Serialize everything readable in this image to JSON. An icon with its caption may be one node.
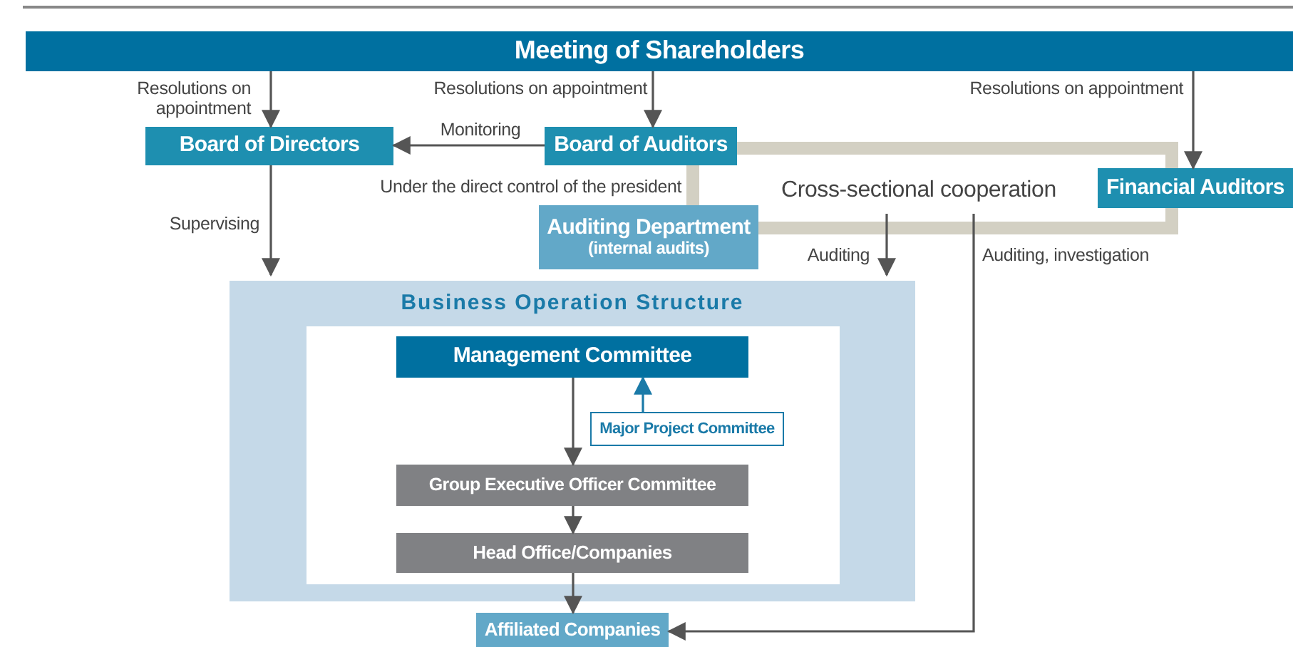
{
  "diagram": {
    "nodes": [
      {
        "text": [
          "Meeting of Shareholders"
        ]
      },
      {
        "text": [
          "Board of Directors"
        ]
      },
      {
        "text": [
          "Board of Auditors"
        ]
      },
      {
        "text": [
          "Auditing Department",
          "(internal audits)"
        ]
      },
      {
        "text": [
          "Financial Auditors"
        ]
      },
      {
        "text": [
          "Business Operation Structure"
        ]
      },
      {
        "text": [],
        "shape": "box",
        "in": 5
      },
      {
        "text": [
          "Management Committee"
        ],
        "in": 6
      },
      {
        "text": [
          "Major Project Committee"
        ],
        "in": 6
      },
      {
        "text": [
          "Group Executive Officer Committee"
        ],
        "in": 6
      },
      {
        "text": [
          "Head Office/Companies"
        ],
        "in": 6
      },
      {
        "text": [
          "Affiliated Companies"
        ]
      }
    ],
    "edges": [
      {
        "from": 0,
        "to": 1,
        "arrow": "to",
        "label": "Resolutions on appointment"
      },
      {
        "from": 0,
        "to": 2,
        "arrow": "to",
        "label": "Resolutions on appointment"
      },
      {
        "from": 0,
        "to": 4,
        "arrow": "to",
        "label": "Resolutions on appointment"
      },
      {
        "from": 2,
        "to": 1,
        "arrow": "to",
        "label": "Monitoring"
      },
      {
        "from": 1,
        "to": 5,
        "arrow": "to",
        "label": "Supervising"
      },
      {
        "from": 2,
        "to": 3,
        "arrow": "none",
        "style": "thick",
        "color": "#d3d0c3",
        "label": "Under the direct control of the president"
      },
      {
        "from": 2,
        "to": 4,
        "arrow": "none",
        "style": "thick",
        "color": "#d3d0c3"
      },
      {
        "from": 3,
        "to": 4,
        "arrow": "none",
        "style": "thick",
        "color": "#d3d0c3"
      },
      {
        "from": null,
        "to": 5,
        "arrow": "to",
        "label": "Auditing"
      },
      {
        "from": null,
        "to": 11,
        "arrow": "to",
        "label": "Auditing, investigation"
      },
      {
        "from": 7,
        "to": 9,
        "arrow": "to"
      },
      {
        "from": 8,
        "to": 7,
        "arrow": "to",
        "color": "#1a7aa8"
      },
      {
        "from": 9,
        "to": 10,
        "arrow": "to"
      },
      {
        "from": 10,
        "to": 11,
        "arrow": "to"
      }
    ],
    "labels": [
      "Cross-sectional cooperation"
    ]
  }
}
